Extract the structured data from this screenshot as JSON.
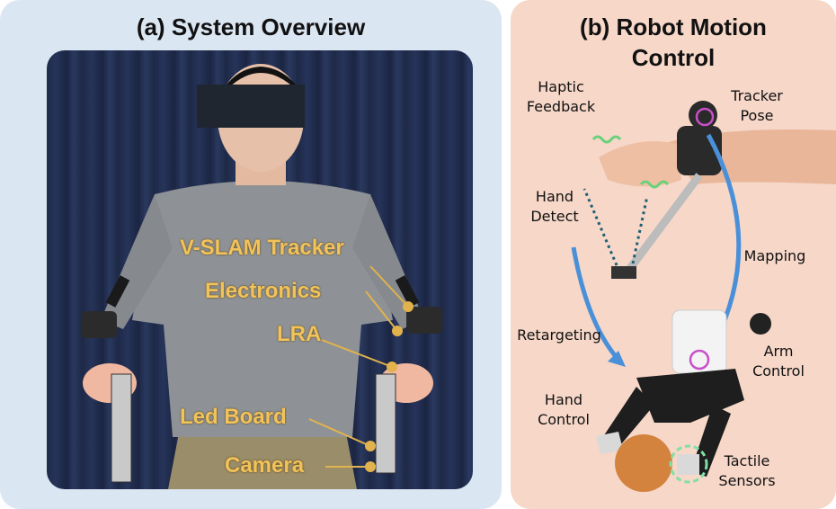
{
  "panel_a": {
    "title": "(a) System Overview",
    "labels": {
      "tracker": "V-SLAM Tracker",
      "electronics": "Electronics",
      "lra": "LRA",
      "led_board": "Led Board",
      "camera": "Camera"
    }
  },
  "panel_b": {
    "title_line1": "(b) Robot Motion",
    "title_line2": "Control",
    "labels": {
      "haptic_1": "Haptic",
      "haptic_2": "Feedback",
      "tracker_1": "Tracker",
      "tracker_2": "Pose",
      "hand_detect_1": "Hand",
      "hand_detect_2": "Detect",
      "mapping": "Mapping",
      "retargeting": "Retargeting",
      "arm_control_1": "Arm",
      "arm_control_2": "Control",
      "hand_control_1": "Hand",
      "hand_control_2": "Control",
      "tactile_1": "Tactile",
      "tactile_2": "Sensors"
    }
  },
  "colors": {
    "panel_a_bg": "#dbe6f3",
    "panel_b_bg": "#f6d7c8",
    "label_gold": "#f2c35a",
    "arrow_blue": "#4a90d9",
    "marker_magenta": "#c94fc9",
    "marker_green": "#7fe0a6"
  }
}
